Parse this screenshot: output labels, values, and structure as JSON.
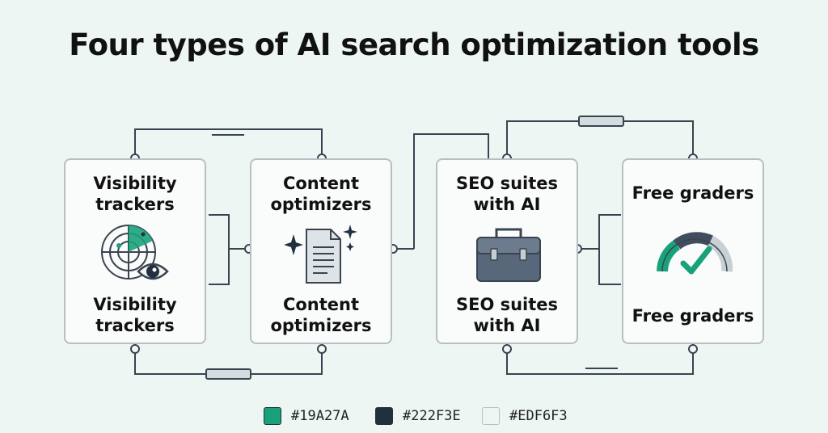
{
  "title": "Four types of AI search optimization tools",
  "cards": [
    {
      "label_top": "Visibility trackers",
      "icon": "radar-eye-icon",
      "label_bottom": "Visibility trackers"
    },
    {
      "label_top": "Content optimizers",
      "icon": "document-sparkle-icon",
      "label_bottom": "Content optimizers"
    },
    {
      "label_top": "SEO suites with AI",
      "icon": "toolbox-icon",
      "label_bottom": "SEO suites with AI"
    },
    {
      "label_top": "Free graders",
      "icon": "gauge-check-icon",
      "label_bottom": "Free graders"
    }
  ],
  "colors": {
    "accent": "#19A27A",
    "dark": "#222F3E",
    "background": "#EDF6F3"
  },
  "legend": [
    {
      "color": "#19A27A",
      "label": "#19A27A"
    },
    {
      "color": "#222F3E",
      "label": "#222F3E"
    },
    {
      "color": "#EDF6F3",
      "label": "#EDF6F3"
    }
  ]
}
